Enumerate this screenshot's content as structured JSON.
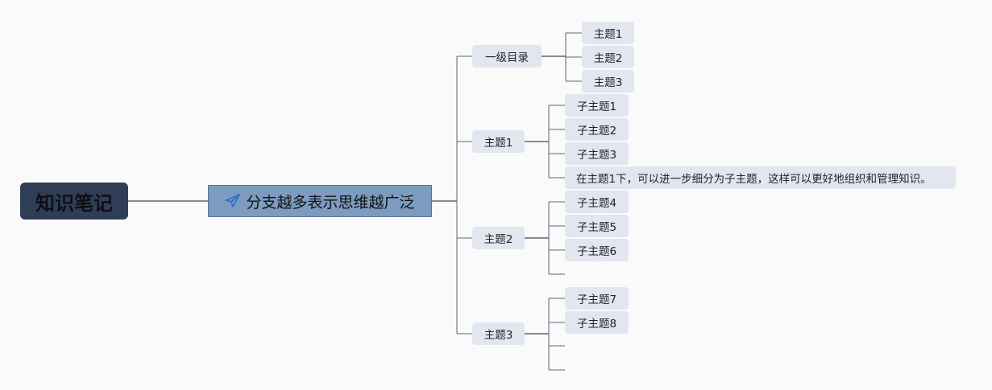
{
  "root": {
    "label": "知识笔记"
  },
  "hub": {
    "label": "分支越多表示思维越广泛",
    "icon": "paper-plane-icon"
  },
  "branches": [
    {
      "label": "一级目录",
      "children": [
        "主题1",
        "主题2",
        "主题3"
      ]
    },
    {
      "label": "主题1",
      "children": [
        "子主题1",
        "子主题2",
        "子主题3",
        "在主题1下，可以进一步细分为子主题，这样可以更好地组织和管理知识。"
      ]
    },
    {
      "label": "主题2",
      "children": [
        "子主题4",
        "子主题5",
        "子主题6",
        ""
      ]
    },
    {
      "label": "主题3",
      "children": [
        "子主题7",
        "子主题8",
        "",
        ""
      ]
    }
  ],
  "colors": {
    "line": "#5a6577",
    "node_bg": "#e1e6ef",
    "root_bg": "#2f3e56",
    "hub_bg": "#7d9bc1",
    "icon": "#2f6bd0"
  }
}
